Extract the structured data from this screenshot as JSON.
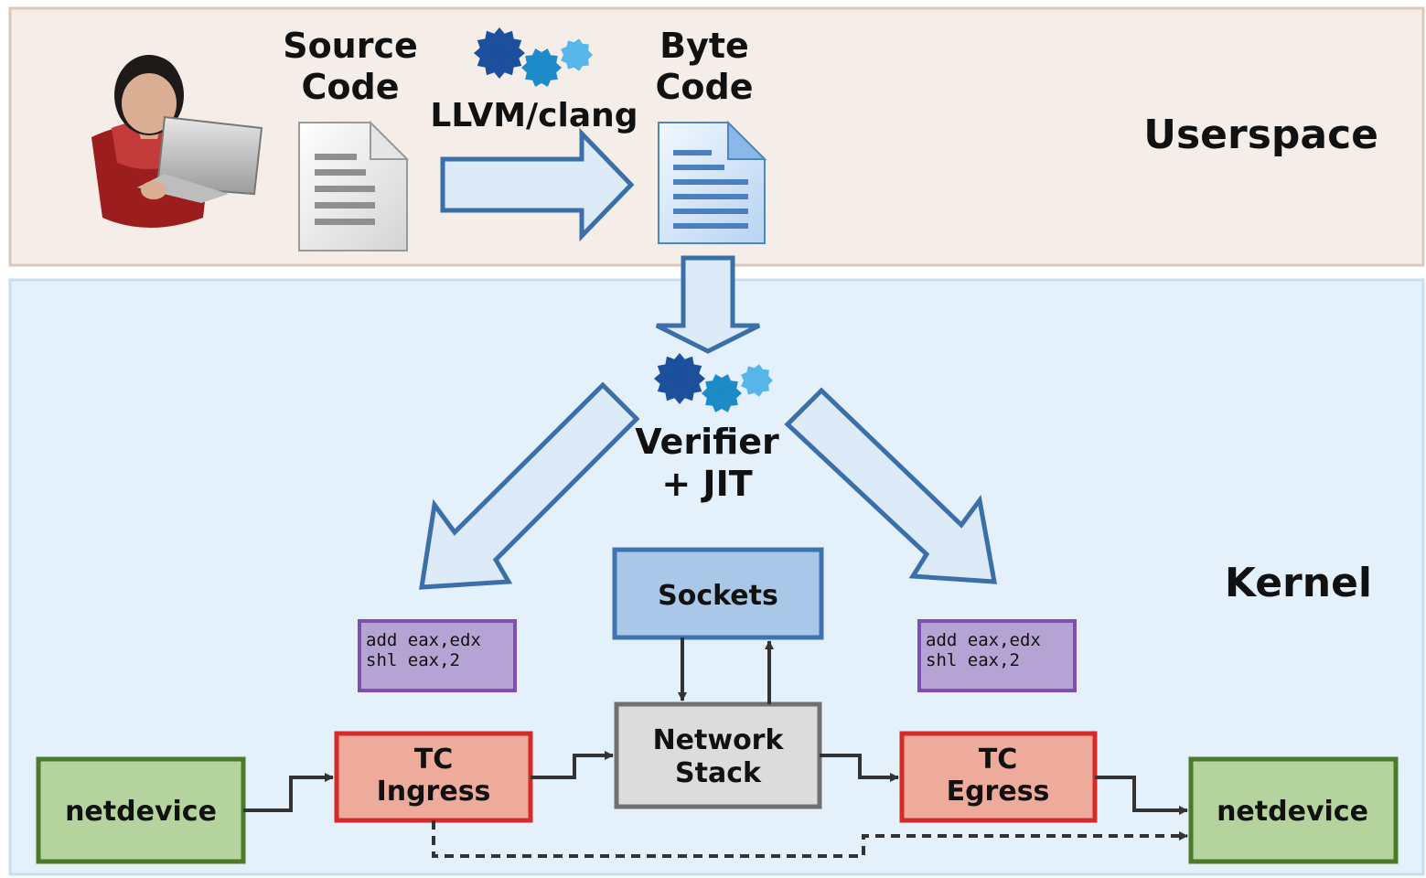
{
  "regions": {
    "userspace": {
      "label": "Userspace",
      "fill": "#f4ede8",
      "stroke": "#dcc8bb"
    },
    "kernel": {
      "label": "Kernel",
      "fill": "#e4f0fa",
      "stroke": "#c9def0"
    }
  },
  "source": {
    "line1": "Source",
    "line2": "Code"
  },
  "compiler": {
    "label": "LLVM/clang"
  },
  "bytecode": {
    "line1": "Byte",
    "line2": "Code"
  },
  "verifier": {
    "line1": "Verifier",
    "line2": "+ JIT"
  },
  "sockets": {
    "label": "Sockets",
    "fill": "#a9c8e8",
    "stroke": "#3f73b1"
  },
  "network_stack": {
    "line1": "Network",
    "line2": "Stack",
    "fill": "#dcdcdc",
    "stroke": "#707070"
  },
  "tc_ingress": {
    "line1": "TC",
    "line2": "Ingress",
    "fill": "#eeab9b",
    "stroke": "#d42a2a"
  },
  "tc_egress": {
    "line1": "TC",
    "line2": "Egress",
    "fill": "#eeab9b",
    "stroke": "#d42a2a"
  },
  "netdevice_left": {
    "label": "netdevice",
    "fill": "#b5d39c",
    "stroke": "#4b7a2a"
  },
  "netdevice_right": {
    "label": "netdevice",
    "fill": "#b5d39c",
    "stroke": "#4b7a2a"
  },
  "asm_left": {
    "line1": "add eax,edx",
    "line2": "shl eax,2",
    "fill": "#b4a3d3",
    "stroke": "#7d4fae"
  },
  "asm_right": {
    "line1": "add eax,edx",
    "line2": "shl eax,2",
    "fill": "#b4a3d3",
    "stroke": "#7d4fae"
  },
  "colors": {
    "big_arrow_fill": "#dcebf7",
    "big_arrow_stroke": "#3b6fa9",
    "connector": "#333333",
    "gear_dark": "#1c4f9c",
    "gear_mid": "#1d8bc7",
    "gear_light": "#57b7ea"
  },
  "icons": {
    "user": "user-with-laptop-icon",
    "source": "text-document-icon",
    "bytecode": "blue-document-icon",
    "gears": "gears-icon"
  }
}
